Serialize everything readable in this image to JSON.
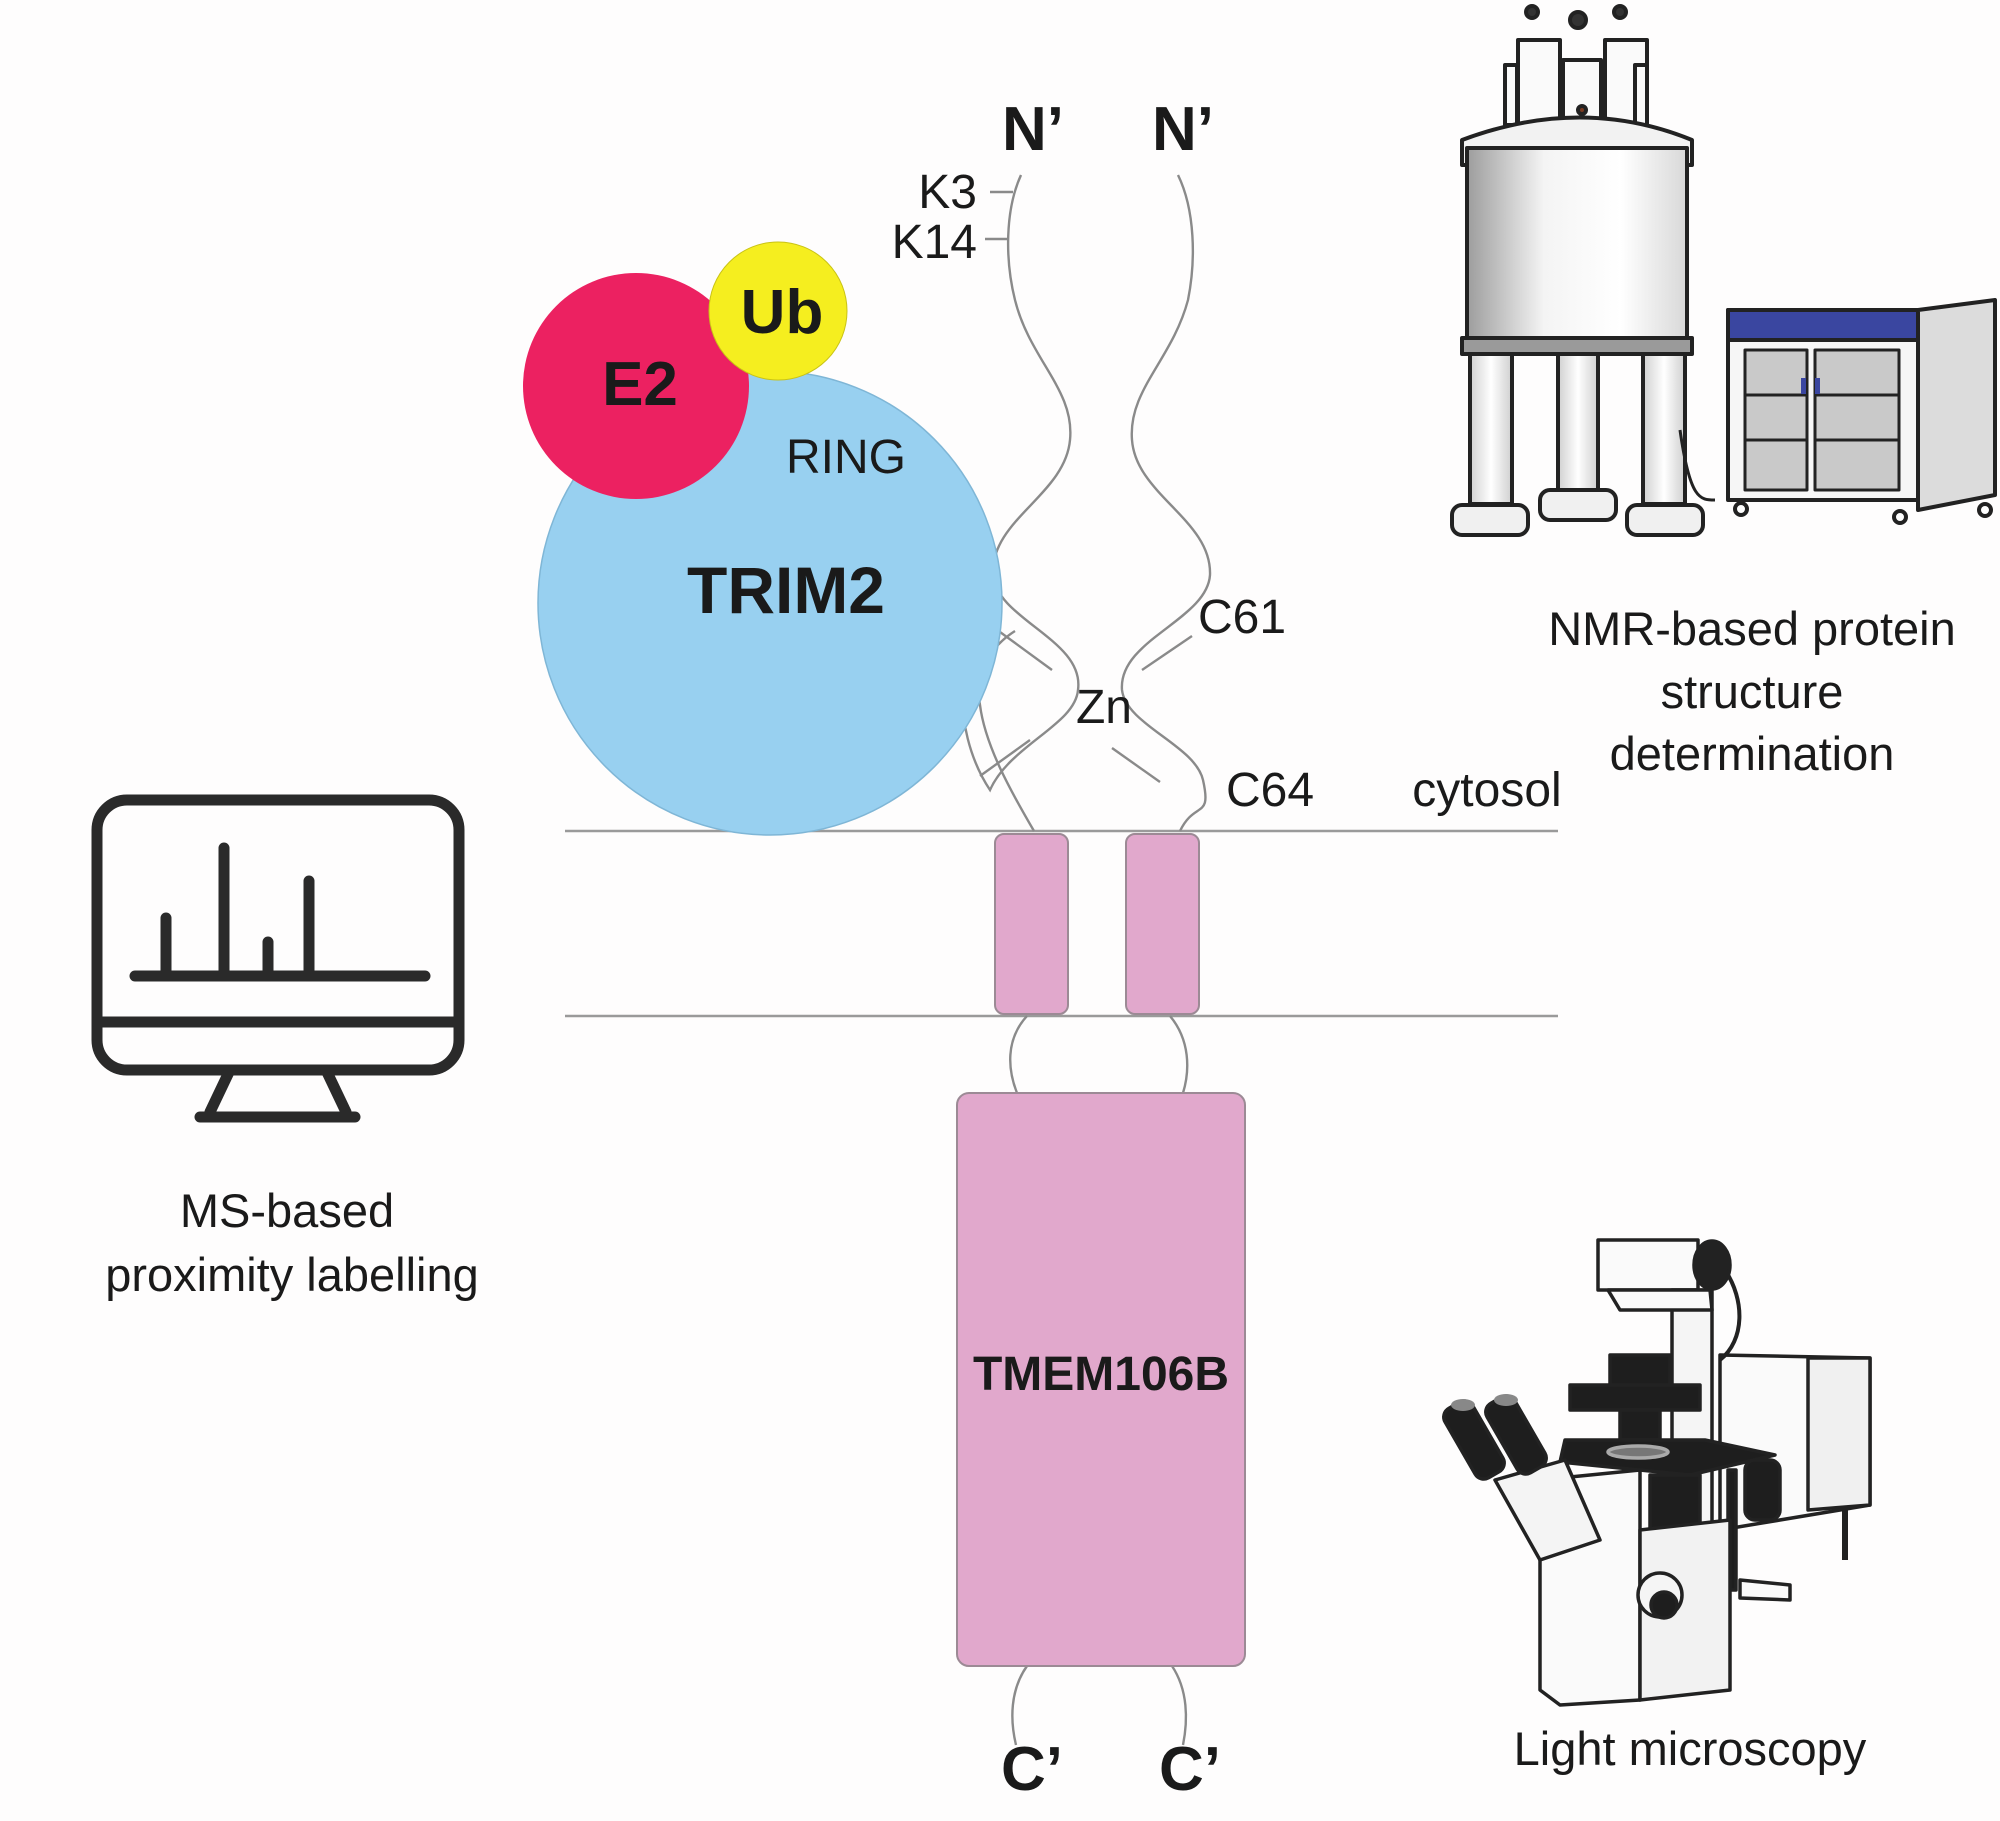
{
  "proteins": {
    "trim2": {
      "label": "TRIM2",
      "domain_label": "RING",
      "color": "#98d0f0"
    },
    "e2": {
      "label": "E2",
      "color": "#ec2161"
    },
    "ub": {
      "label": "Ub",
      "color": "#f5ee1f"
    },
    "tmem106b": {
      "label": "TMEM106B",
      "color": "#e1a8cc"
    }
  },
  "termini": {
    "n_left": "N’",
    "n_right": "N’",
    "c_left": "C’",
    "c_right": "C’"
  },
  "residues": {
    "k3": "K3",
    "k14": "K14",
    "c61": "C61",
    "c64": "C64",
    "zinc": "Zn"
  },
  "compartments": {
    "cytosol": "cytosol"
  },
  "methods": {
    "nmr": {
      "line1": "NMR-based protein",
      "line2": "structure",
      "line3": "determination",
      "accent": "#3a46a0"
    },
    "ms": {
      "line1": "MS-based",
      "line2": "proximity labelling"
    },
    "microscopy": {
      "line1": "Light microscopy"
    }
  }
}
